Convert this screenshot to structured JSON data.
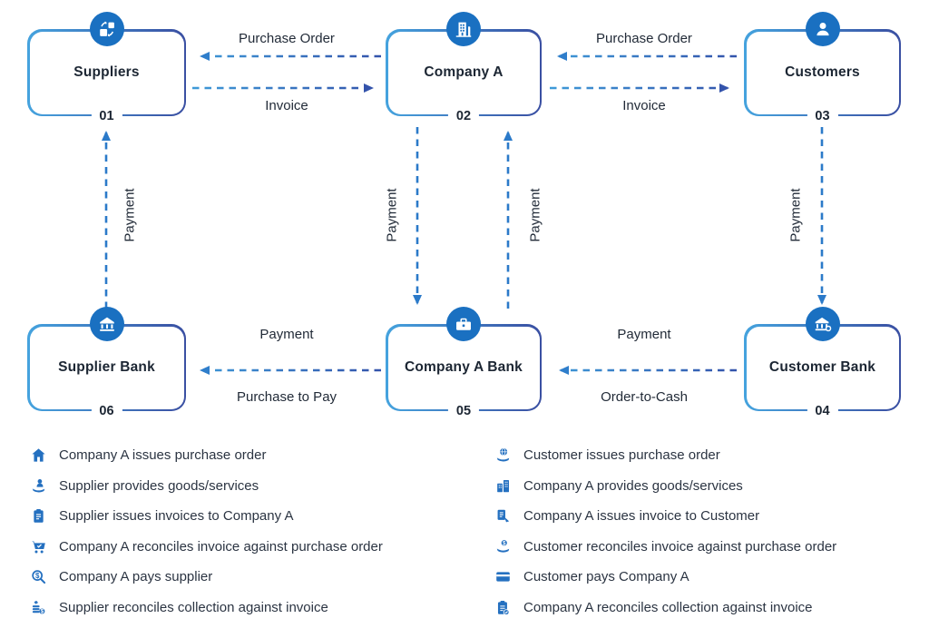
{
  "diagram": {
    "nodes": [
      {
        "id": "suppliers",
        "label": "Suppliers",
        "number": "01",
        "icon": "supply-chain-icon"
      },
      {
        "id": "company-a",
        "label": "Company A",
        "number": "02",
        "icon": "building-icon"
      },
      {
        "id": "customers",
        "label": "Customers",
        "number": "03",
        "icon": "person-icon"
      },
      {
        "id": "customer-bank",
        "label": "Customer Bank",
        "number": "04",
        "icon": "bank-coin-icon"
      },
      {
        "id": "company-a-bank",
        "label": "Company A Bank",
        "number": "05",
        "icon": "briefcase-icon"
      },
      {
        "id": "supplier-bank",
        "label": "Supplier Bank",
        "number": "06",
        "icon": "bank-icon"
      }
    ],
    "edge_labels": {
      "top_left_upper": "Purchase Order",
      "top_left_lower": "Invoice",
      "top_right_upper": "Purchase Order",
      "top_right_lower": "Invoice",
      "v_supplier": "Payment",
      "v_companya_down": "Payment",
      "v_companya_up": "Payment",
      "v_customer": "Payment",
      "bottom_left_upper": "Payment",
      "bottom_left_lower": "Purchase to Pay",
      "bottom_right_upper": "Payment",
      "bottom_right_lower": "Order-to-Cash"
    }
  },
  "legend": {
    "left": [
      {
        "icon": "home-icon",
        "text": "Company A issues purchase order"
      },
      {
        "icon": "person-give-icon",
        "text": "Supplier provides goods/services"
      },
      {
        "icon": "invoice-clipboard-icon",
        "text": "Supplier issues invoices to Company A"
      },
      {
        "icon": "cart-icon",
        "text": "Company A reconciles invoice against purchase order"
      },
      {
        "icon": "search-dollar-icon",
        "text": "Company A pays supplier"
      },
      {
        "icon": "coins-arrow-icon",
        "text": "Supplier reconciles collection against invoice"
      }
    ],
    "right": [
      {
        "icon": "globe-hand-icon",
        "text": "Customer issues purchase order"
      },
      {
        "icon": "buildings-icon",
        "text": "Company A provides goods/services"
      },
      {
        "icon": "doc-pen-icon",
        "text": "Company A issues invoice to Customer"
      },
      {
        "icon": "hand-coin-icon",
        "text": "Customer reconciles invoice against purchase order"
      },
      {
        "icon": "credit-card-icon",
        "text": "Customer pays Company A"
      },
      {
        "icon": "clipboard-check-icon",
        "text": "Company A reconciles collection against invoice"
      }
    ]
  },
  "colors": {
    "badge_blue": "#1a70c1",
    "border_light": "#45a3de",
    "border_dark": "#3a4fa2",
    "arrow_mid": "#2b7ac9",
    "arrow_light": "#3e9ad8",
    "arrow_dark": "#3353ab",
    "text_dark": "#1c2633",
    "legend_blue": "#2470c0",
    "legend_text": "#2b3442"
  }
}
